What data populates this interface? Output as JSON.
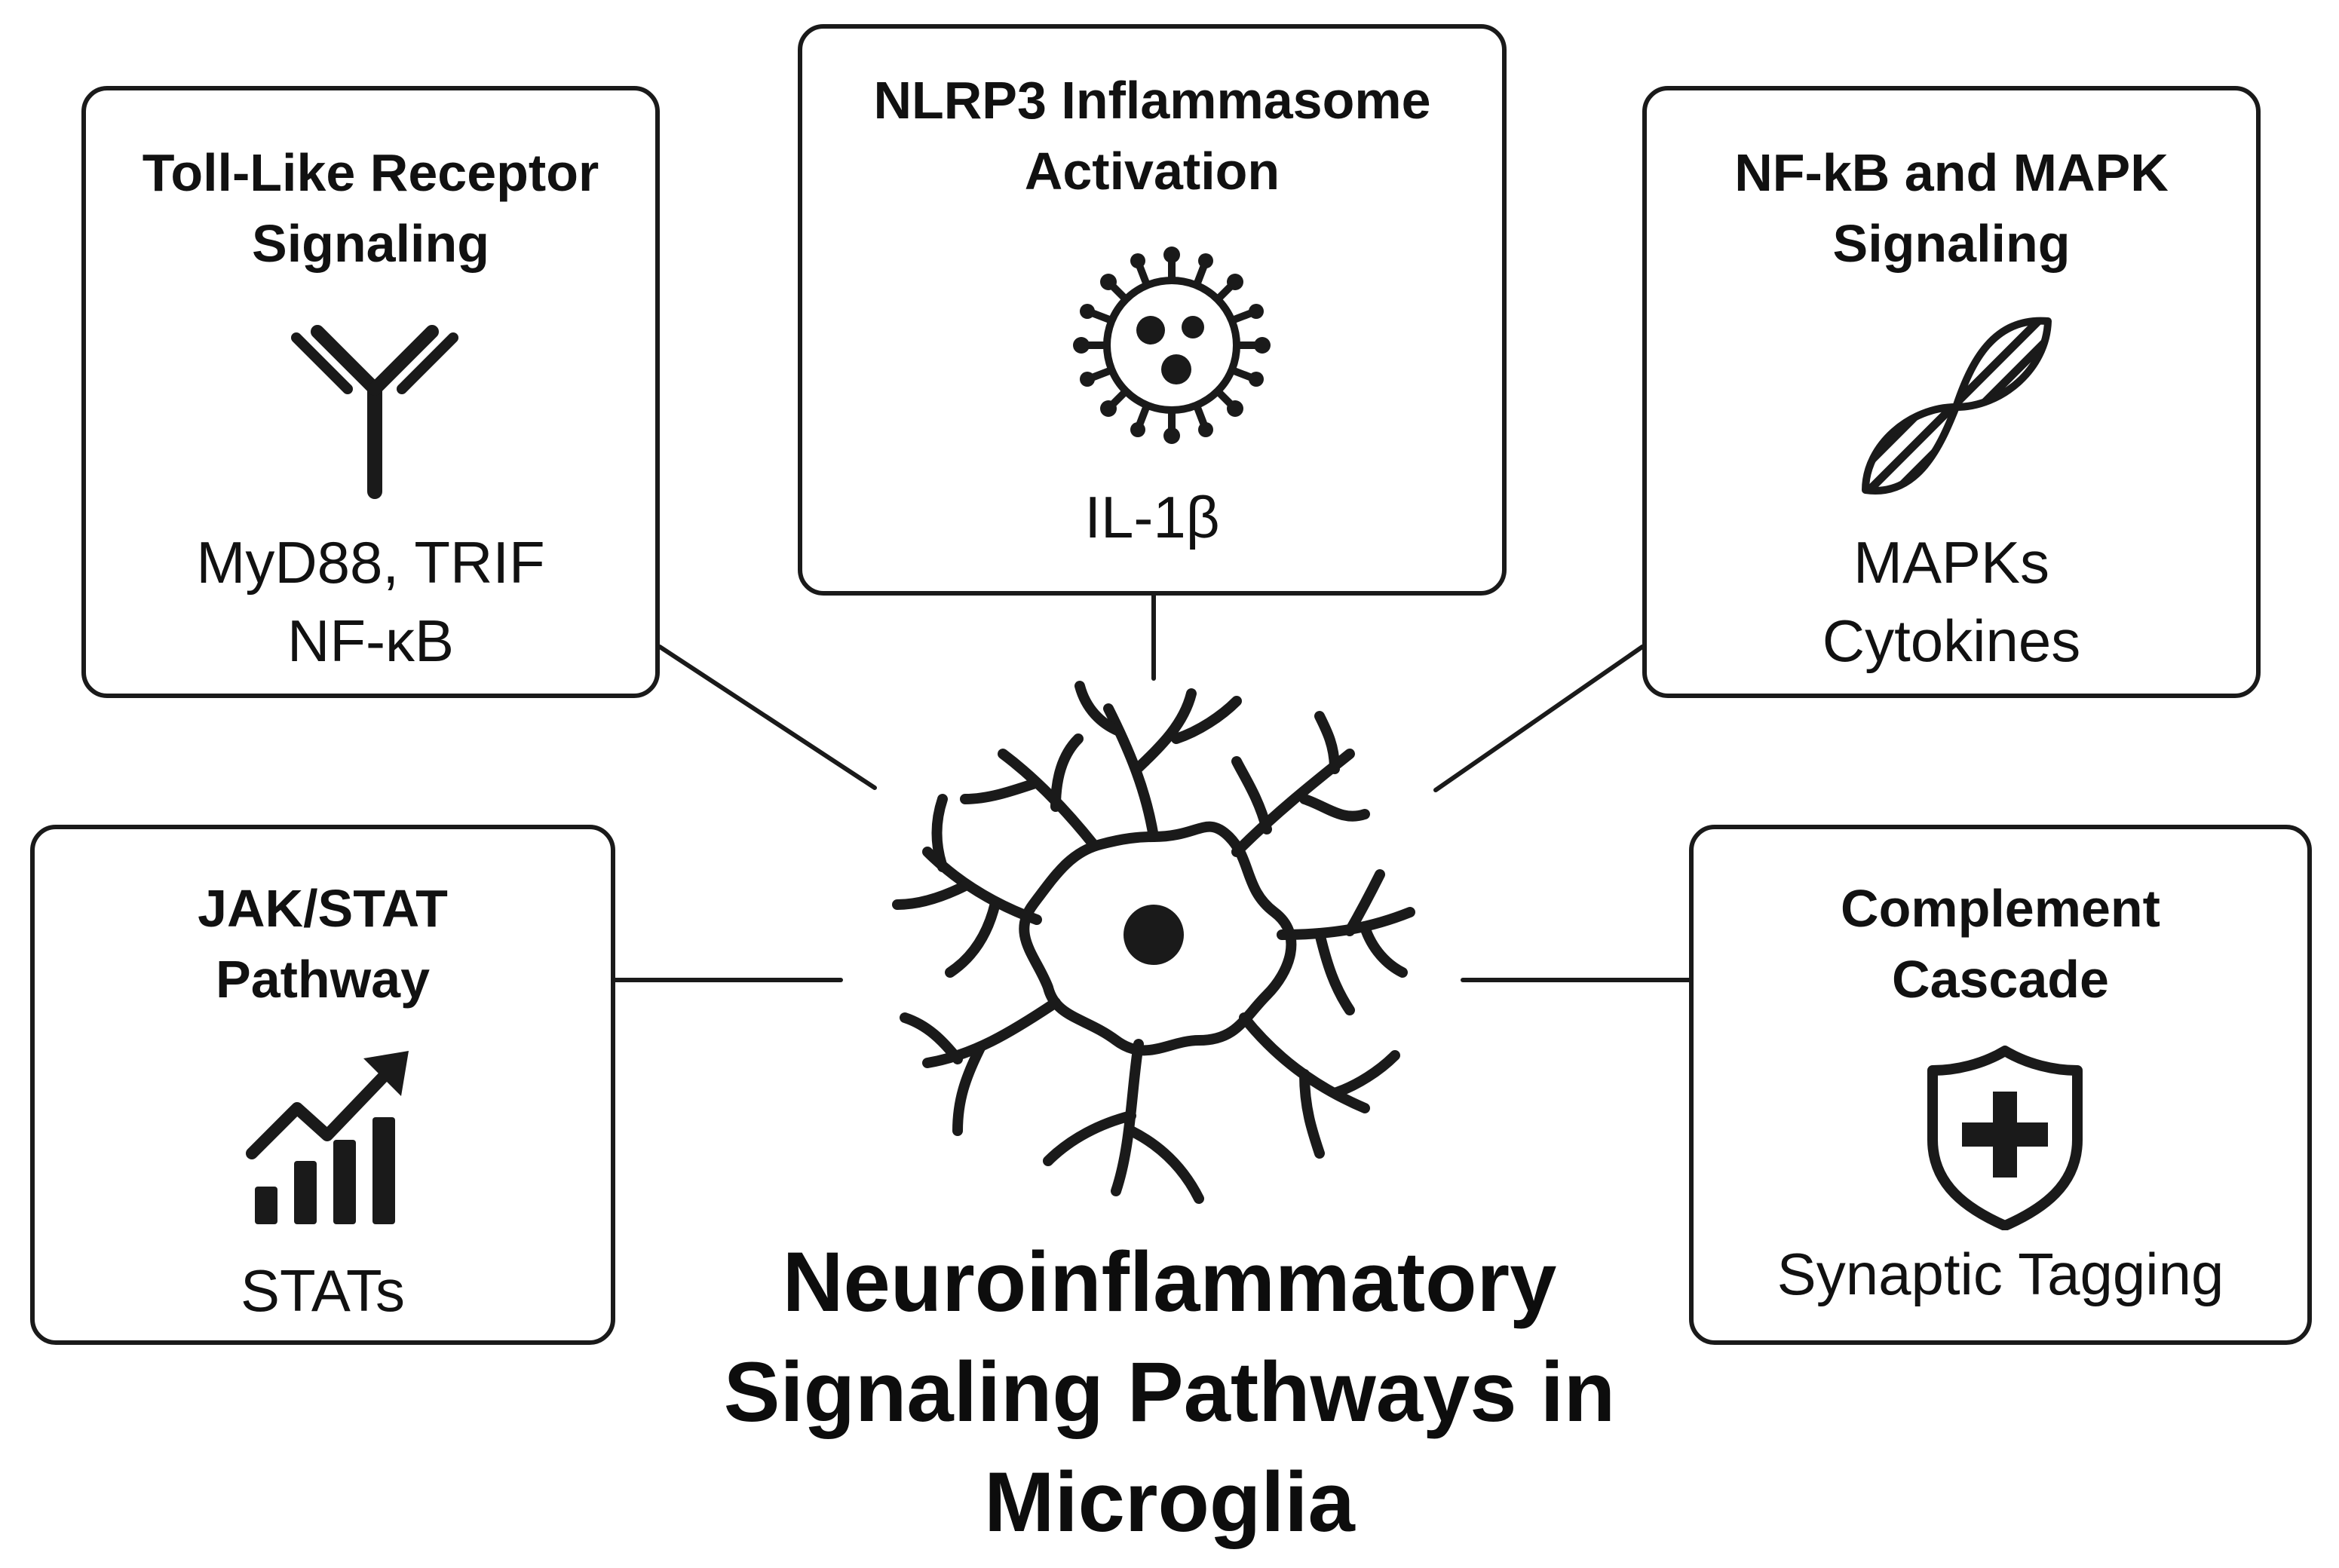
{
  "colors": {
    "stroke": "#1a1a1a",
    "text": "#111111",
    "background": "#ffffff"
  },
  "title": {
    "lines": [
      "Neuroinflammatory",
      "Signaling Pathways in",
      "Microglia"
    ]
  },
  "center": {
    "icon": "microglia-cell-icon"
  },
  "pathways": [
    {
      "title_lines": [
        "Toll-Like Receptor",
        "Signaling"
      ],
      "icon": "antibody-receptor-icon",
      "body_lines": [
        "MyD88, TRIF",
        "NF-κB"
      ]
    },
    {
      "title_lines": [
        "NLRP3 Inflammasome",
        "Activation"
      ],
      "icon": "virus-particle-icon",
      "body_lines": [
        "IL-1β"
      ]
    },
    {
      "title_lines": [
        "NF-kB and MAPK",
        "Signaling"
      ],
      "icon": "dna-helix-icon",
      "body_lines": [
        "MAPKs",
        "Cytokines"
      ]
    },
    {
      "title_lines": [
        "JAK/STAT",
        "Pathway"
      ],
      "icon": "trending-bar-chart-icon",
      "body_lines": [
        "STATs"
      ]
    },
    {
      "title_lines": [
        "Complement",
        "Cascade"
      ],
      "icon": "shield-plus-icon",
      "body_lines": [
        "Synaptic Tagging"
      ]
    }
  ]
}
